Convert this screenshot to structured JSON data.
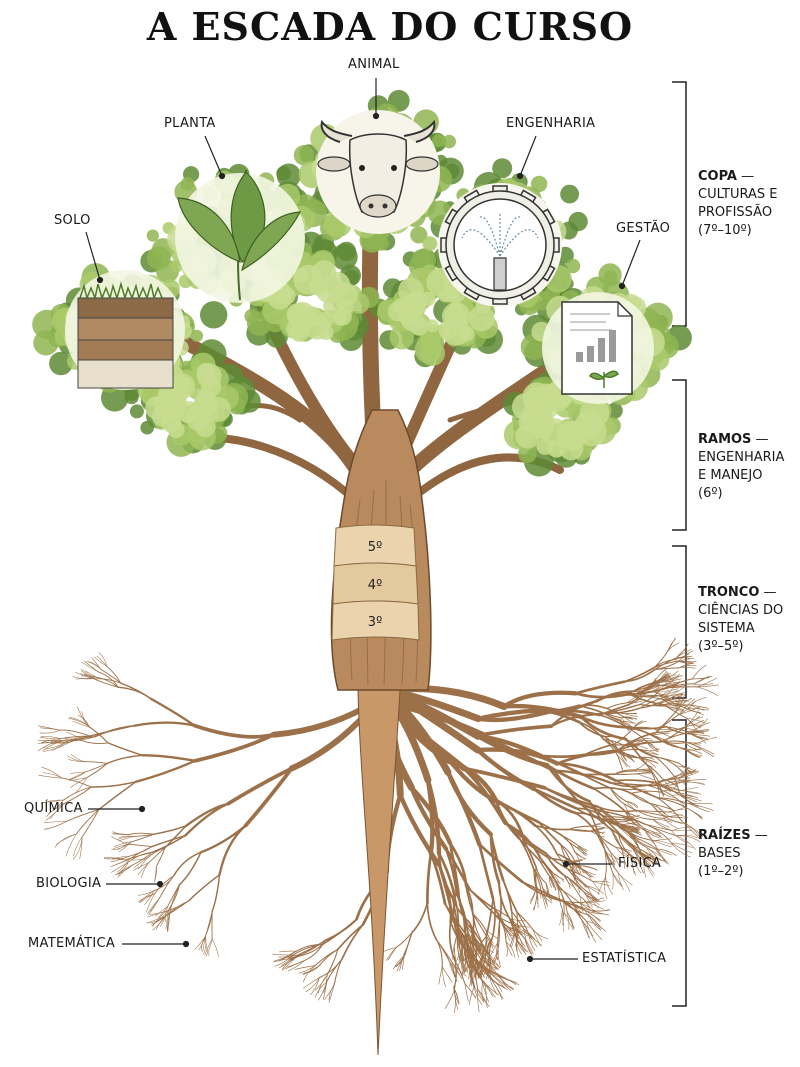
{
  "title": "A ESCADA DO CURSO",
  "canopy_labels": {
    "solo": "SOLO",
    "planta": "PLANTA",
    "animal": "ANIMAL",
    "engenharia": "ENGENHARIA",
    "gestao": "GESTÃO"
  },
  "trunk_rings": [
    "5º",
    "4º",
    "3º"
  ],
  "root_labels": {
    "quimica": "QUÍMICA",
    "biologia": "BIOLOGIA",
    "matematica": "MATEMÁTICA",
    "fisica": "FÍSICA",
    "estatistica": "ESTATÍSTICA"
  },
  "stages": [
    {
      "heading": "COPA",
      "lines": [
        "CULTURAS E",
        "PROFISSÃO",
        "(7º–10º)"
      ]
    },
    {
      "heading": "RAMOS",
      "lines": [
        "ENGENHARIA",
        "E MANEJO",
        "(6º)"
      ]
    },
    {
      "heading": "TRONCO",
      "lines": [
        "CIÊNCIAS DO",
        "SISTEMA",
        "(3º–5º)"
      ]
    },
    {
      "heading": "RAÍZES",
      "lines": [
        "BASES",
        "(1º–2º)"
      ]
    }
  ],
  "colors": {
    "foliage": "#8fb552",
    "foliage_dark": "#5e8a35",
    "bark": "#b88a5e",
    "bark_dark": "#7a5534",
    "ring": "#ead3ad"
  }
}
